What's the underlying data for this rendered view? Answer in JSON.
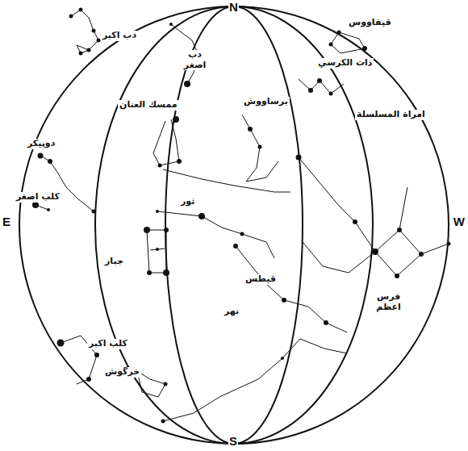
{
  "diagram": {
    "labels": [
      "N",
      "S",
      "E",
      "W",
      "دب اكبر",
      "دب اصغر",
      "قيفاووس",
      "ذات الكرسي",
      "برساووش",
      "ممسك العنان",
      "امراة المسلسلة",
      "دوپیکر",
      "كلب اصغر",
      "ثور",
      "جبار",
      "قيطس",
      "فرس اعظم",
      "نهر",
      "كلب اكبر",
      "خرگوش"
    ]
  }
}
